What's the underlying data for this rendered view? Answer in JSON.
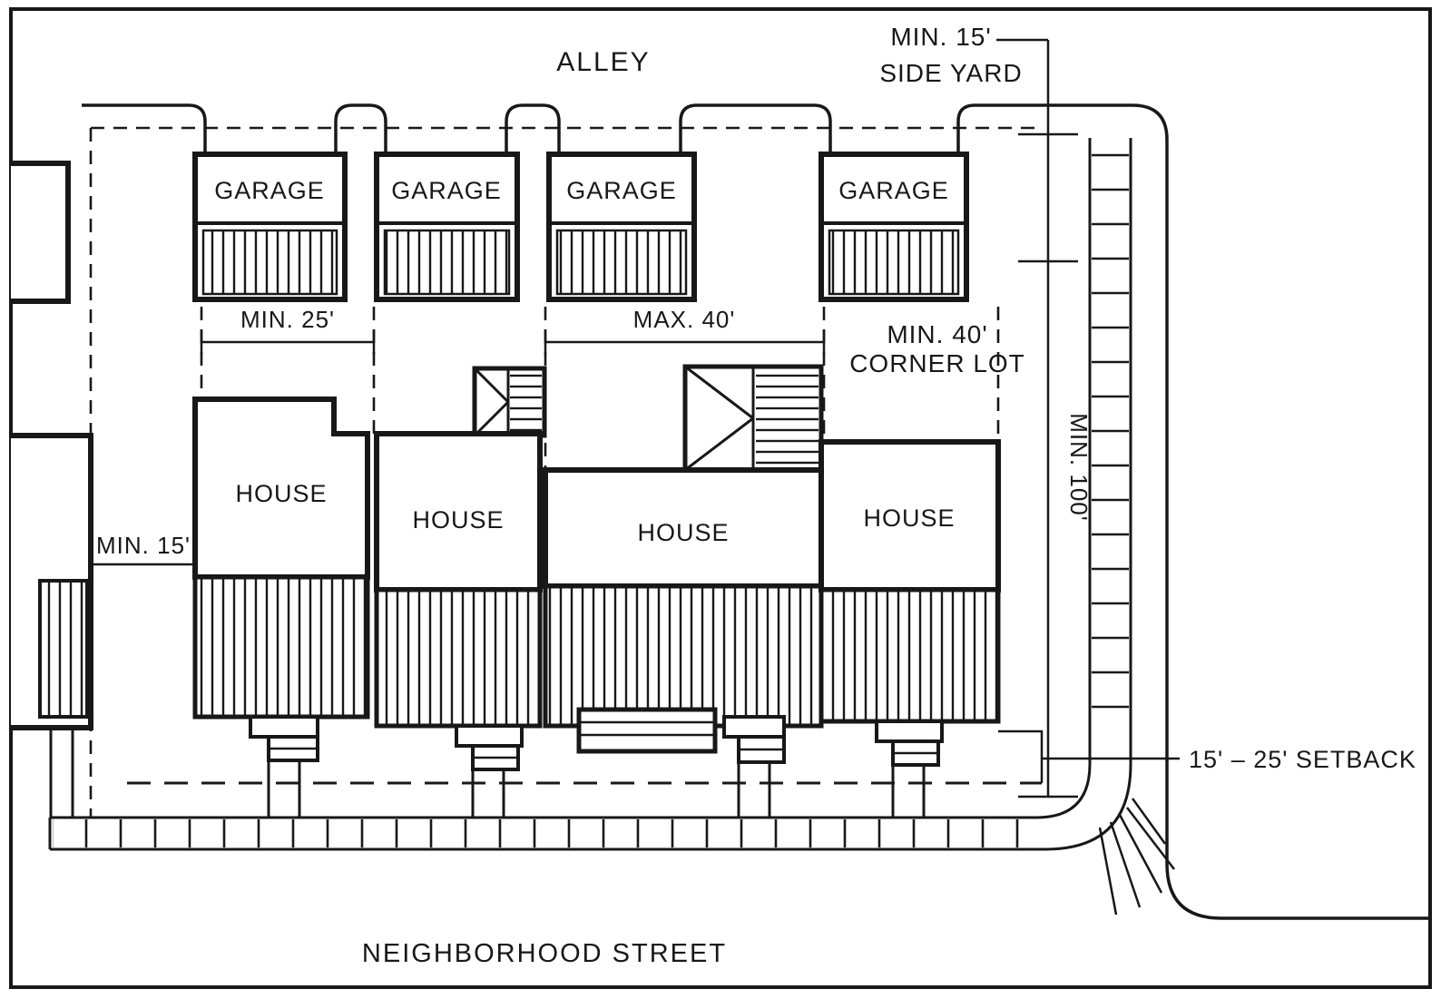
{
  "canvas": {
    "background": "#ffffff",
    "ink": "#181818"
  },
  "labels": {
    "alley": "ALLEY",
    "side_yard_min_1": "MIN. 15'",
    "side_yard_min_2": "SIDE YARD",
    "garage_width_min": "MIN. 25'",
    "garage_width_max": "MAX. 40'",
    "corner_lot_1": "MIN. 40'",
    "corner_lot_2": "CORNER LOT",
    "lot_depth_min": "MIN. 100'",
    "interior_side_yard_min": "MIN. 15'",
    "front_setback": "15' – 25' SETBACK",
    "street_name": "NEIGHBORHOOD STREET"
  },
  "garages": [
    {
      "label": "GARAGE"
    },
    {
      "label": "GARAGE"
    },
    {
      "label": "GARAGE"
    },
    {
      "label": "GARAGE"
    }
  ],
  "houses": [
    {
      "label": "HOUSE"
    },
    {
      "label": "HOUSE"
    },
    {
      "label": "HOUSE"
    },
    {
      "label": "HOUSE"
    }
  ]
}
